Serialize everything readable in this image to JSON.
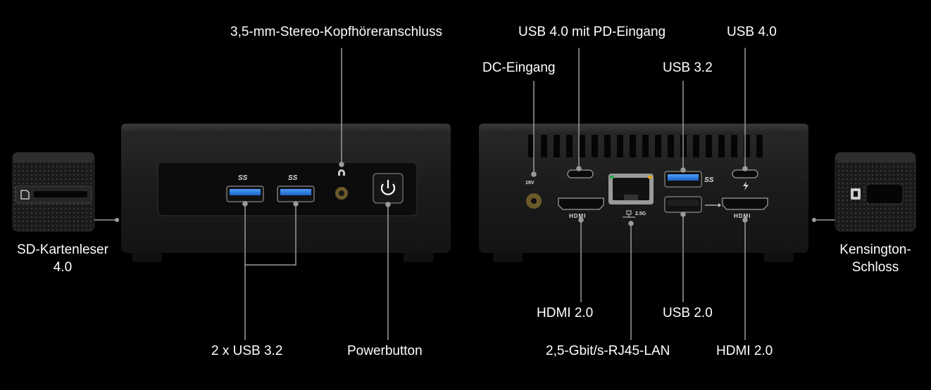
{
  "colors": {
    "background": "#000000",
    "line": "#9a9a9a",
    "usb_blue": "#2a7de1",
    "device": "#1c1c1c"
  },
  "labels": {
    "sd_reader_l1": "SD-Kartenleser",
    "sd_reader_l2": "4.0",
    "headphone_jack": "3,5-mm-Stereo-Kopfhöreranschluss",
    "usb4_pd": "USB 4.0 mit PD-Eingang",
    "usb4": "USB 4.0",
    "dc_in": "DC-Eingang",
    "usb32_rear": "USB 3.2",
    "kensington_l1": "Kensington-",
    "kensington_l2": "Schloss",
    "usb32_front": "2 x USB 3.2",
    "power_button": "Powerbutton",
    "hdmi_left": "HDMI 2.0",
    "usb20": "USB 2.0",
    "lan": "2,5-Gbit/s-RJ45-LAN",
    "hdmi_right": "HDMI 2.0"
  },
  "port_marks": {
    "ss10_a": "SS",
    "ss10_b": "SS",
    "ss10_c": "SS",
    "hdmi_a": "HDMI",
    "hdmi_b": "HDMI",
    "dc_volt": "19V",
    "lan_speed": "2.5G"
  },
  "icons": [
    "sd-card-icon",
    "headphone-icon",
    "power-icon",
    "usb-icon",
    "kensington-lock-icon",
    "lan-icon",
    "thunderbolt-icon"
  ]
}
